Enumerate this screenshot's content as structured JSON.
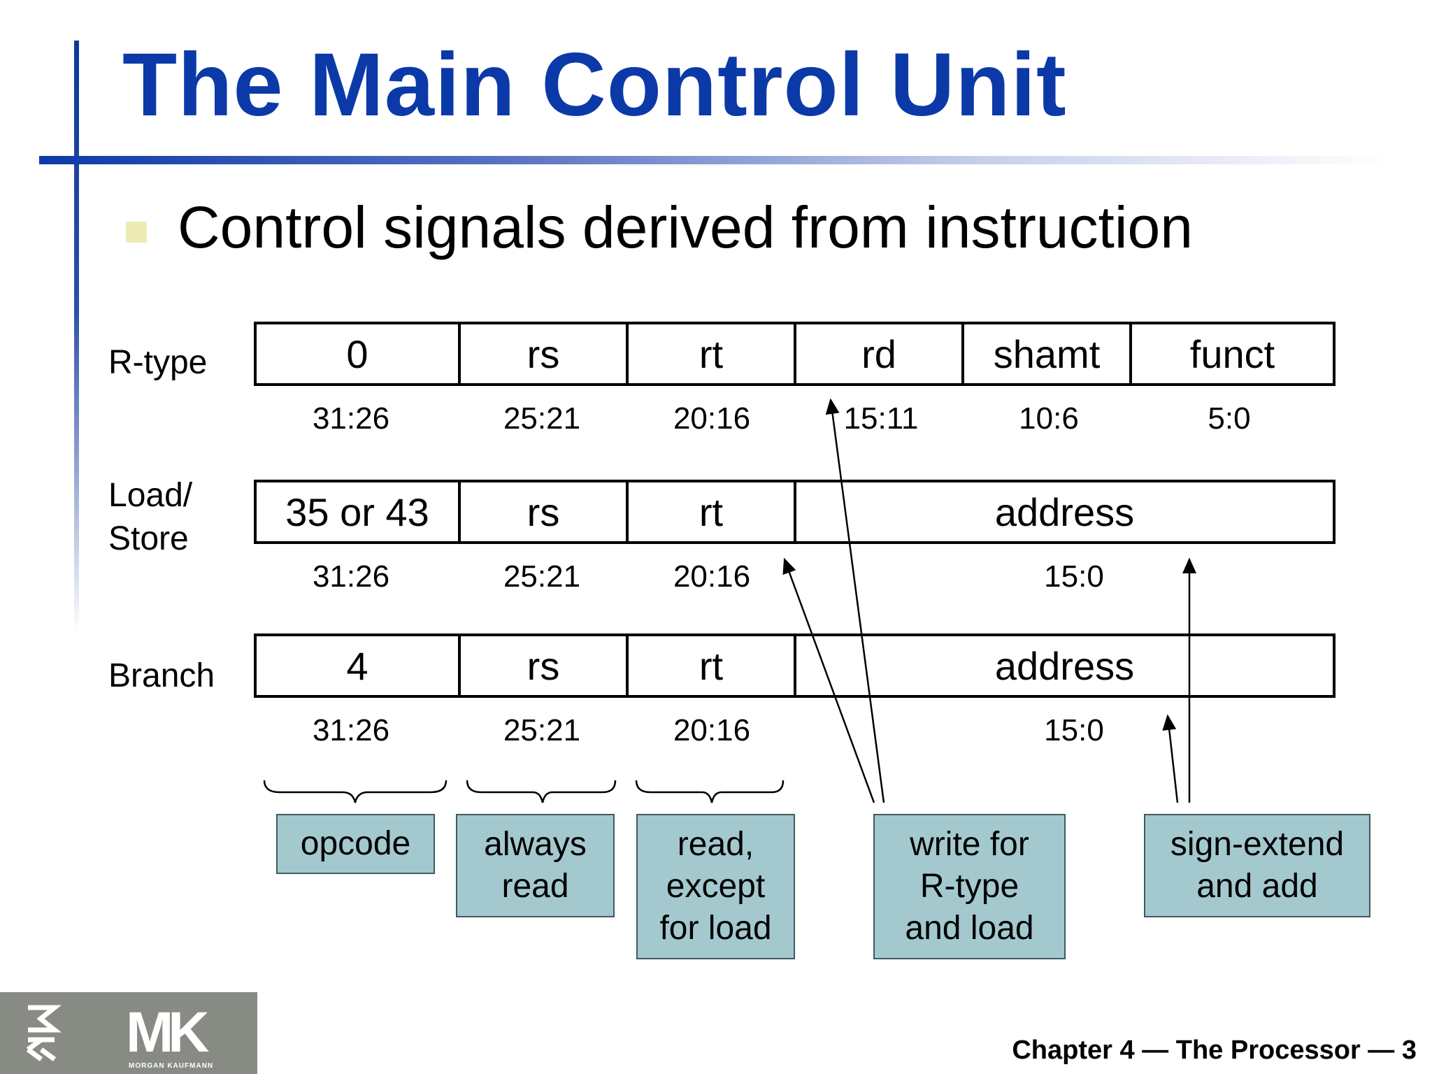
{
  "title": "The Main Control Unit",
  "bullet": "Control signals derived from instruction",
  "rows": {
    "rtype": {
      "label": "R-type",
      "fields": [
        "0",
        "rs",
        "rt",
        "rd",
        "shamt",
        "funct"
      ],
      "bits": [
        "31:26",
        "25:21",
        "20:16",
        "15:11",
        "10:6",
        "5:0"
      ]
    },
    "loadstore": {
      "label_line1": "Load/",
      "label_line2": "Store",
      "fields": [
        "35 or 43",
        "rs",
        "rt",
        "address"
      ],
      "bits": [
        "31:26",
        "25:21",
        "20:16",
        "15:0"
      ]
    },
    "branch": {
      "label": "Branch",
      "fields": [
        "4",
        "rs",
        "rt",
        "address"
      ],
      "bits": [
        "31:26",
        "25:21",
        "20:16",
        "15:0"
      ]
    }
  },
  "notes": {
    "opcode": [
      "opcode"
    ],
    "always_read": [
      "always",
      "read"
    ],
    "read_except": [
      "read,",
      "except",
      "for load"
    ],
    "write_for": [
      "write for",
      "R-type",
      "and load"
    ],
    "sign_extend": [
      "sign-extend",
      "and add"
    ]
  },
  "logo": {
    "mark": "MK",
    "sub": "MORGAN KAUFMANN"
  },
  "footer": "Chapter 4 — The Processor — 3",
  "colors": {
    "title": "#0b3aa8",
    "note_fill": "#a3c9cf",
    "bullet": "#ececb4",
    "logo_bg": "#878b84"
  }
}
